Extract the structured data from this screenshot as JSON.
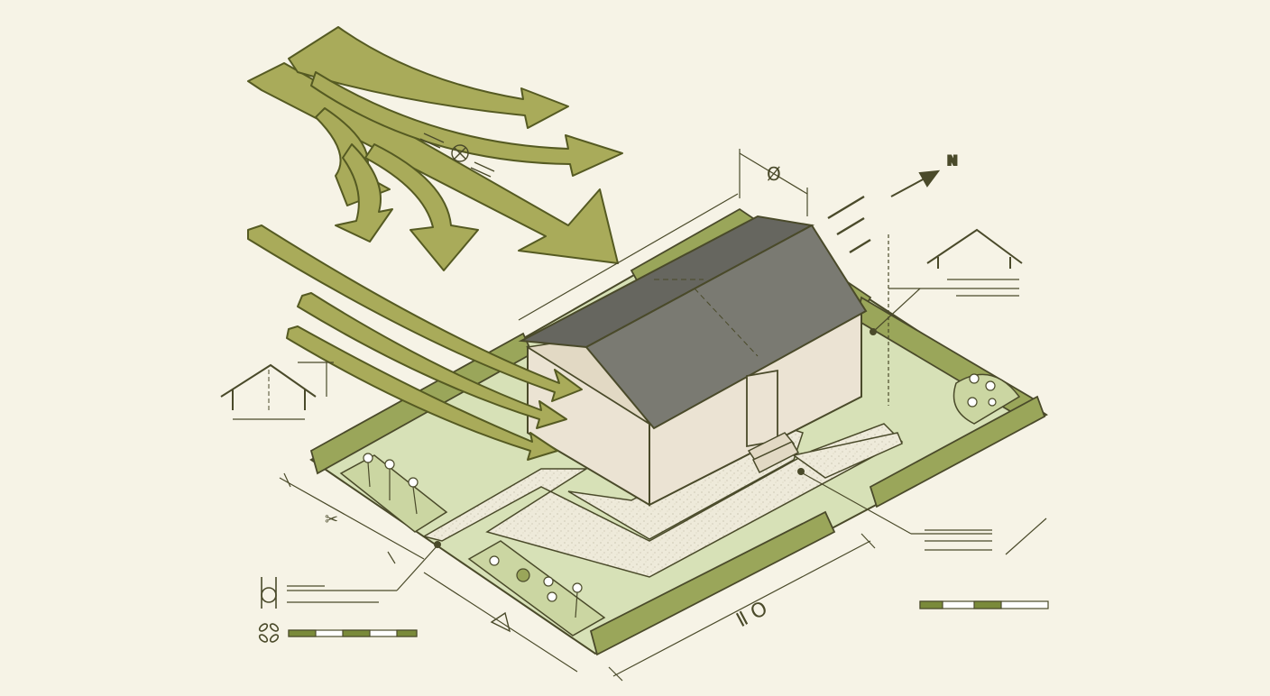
{
  "colors": {
    "background": "#f6f3e6",
    "line": "#4a4a2a",
    "arrow_fill": "#a9ab5a",
    "arrow_stroke": "#555a22",
    "lawn": "#d7e1b7",
    "hedge": "#9aa65a",
    "hedge_dark": "#6f7d3a",
    "path_gravel": "#eeeada",
    "wall": "#ebe3d3",
    "roof": "#7a7a72",
    "roof_dark": "#66665f",
    "bed": "#cbd6a2",
    "flower": "#ffffff",
    "scale_bar_dark": "#7a8a3a"
  },
  "labels": {
    "north": "N",
    "top_dimension": "Ø",
    "front_dimension": "Ⅱ O",
    "left_dimension": "✂"
  },
  "icons": {
    "compass": "north-arrow-icon",
    "gate": "gate-symbol-icon",
    "flower_symbol": "flower-symbol-icon",
    "section_left": "roof-section-icon",
    "section_right": "roof-section-icon"
  }
}
